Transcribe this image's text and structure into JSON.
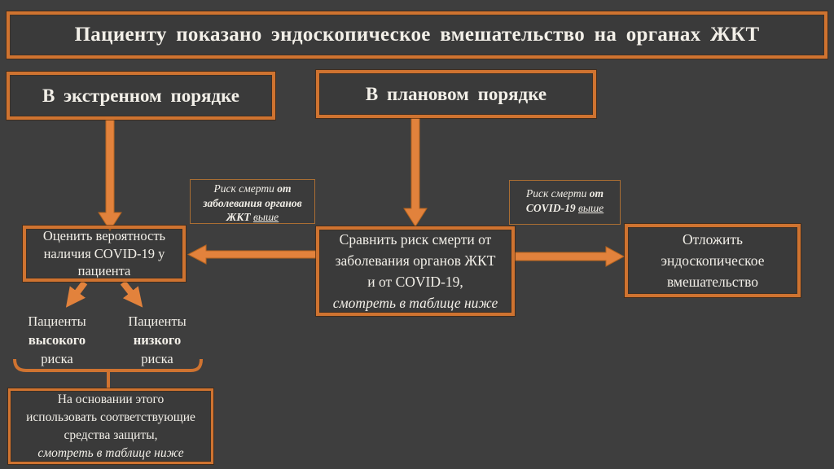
{
  "colors": {
    "background": "#3e3e3e",
    "accent": "#e2823c",
    "border": "#cf7330",
    "text": "#f2efe8"
  },
  "title": {
    "text": "Пациенту показано эндоскопическое вмешательство на органах ЖКТ"
  },
  "top_boxes": {
    "urgent": "В экстренном порядке",
    "planned": "В плановом порядке"
  },
  "arrow_labels": {
    "gi_risk": {
      "line1_regular": "Риск смерти ",
      "line1_bold": "от",
      "line2_bold": "заболевания органов",
      "line3_bold": "ЖКТ ",
      "line3_underlined": "выше"
    },
    "covid_risk": {
      "line1_regular": "Риск смерти ",
      "line1_bold": "от",
      "line2_bold": "COVID-19 ",
      "line2_underlined": "выше"
    }
  },
  "boxes": {
    "assess": {
      "lines": [
        "Оценить вероятность",
        "наличия COVID-19 у",
        "пациента"
      ]
    },
    "compare": {
      "lines": [
        "Сравнить риск смерти от",
        "заболевания органов ЖКТ",
        "и от COVID-19,"
      ],
      "italic_line": "смотреть в таблице ниже"
    },
    "postpone": {
      "lines": [
        "Отложить",
        "эндоскопическое",
        "вмешательство"
      ]
    },
    "ppe": {
      "lines": [
        "На основании этого",
        "использовать соответствующие",
        "средства защиты,"
      ],
      "italic_line": "смотреть в таблице ниже"
    }
  },
  "branches": {
    "high": {
      "word1": "Пациенты",
      "word2_bold": "высокого",
      "word3": "риска"
    },
    "low": {
      "word1": "Пациенты",
      "word2_bold": "низкого",
      "word3": "риска"
    }
  }
}
